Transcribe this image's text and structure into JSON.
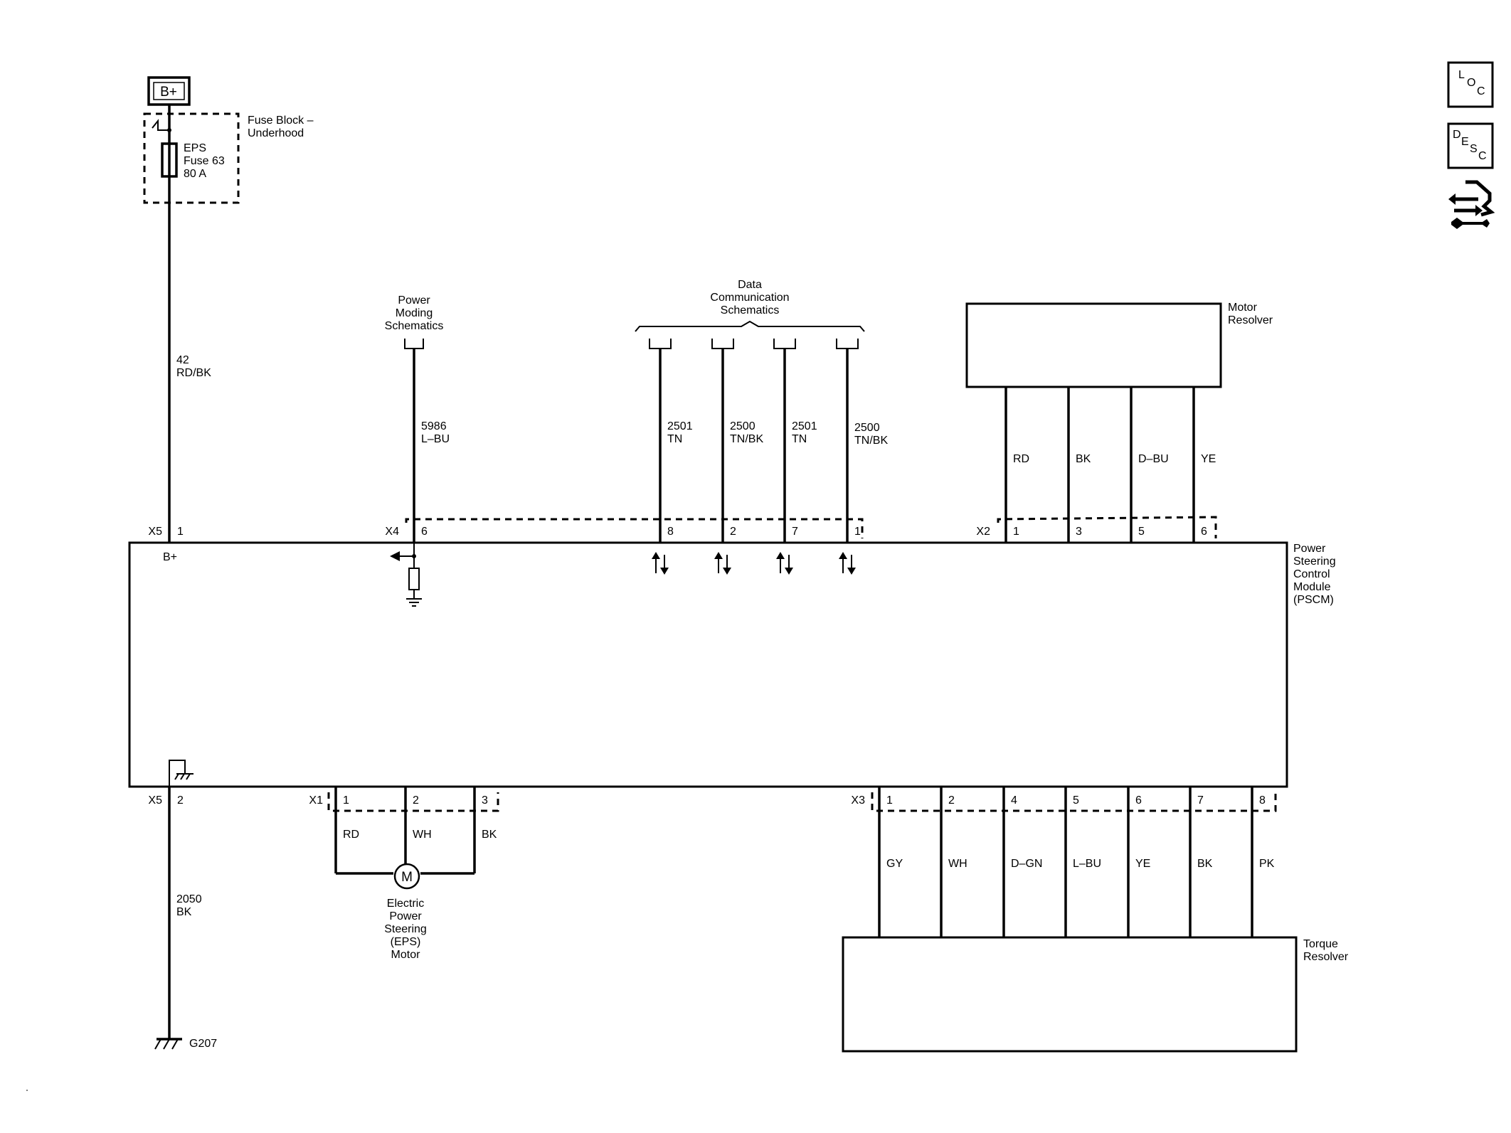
{
  "supply": {
    "label": "B+"
  },
  "fuse_block": {
    "line1": "Fuse Block –",
    "line2": "Underhood"
  },
  "fuse": {
    "line1": "EPS",
    "line2": "Fuse 63",
    "line3": "80 A"
  },
  "wire_power": {
    "circuit": "42",
    "color": "RD/BK"
  },
  "power_moding": {
    "line1": "Power",
    "line2": "Moding",
    "line3": "Schematics",
    "circuit": "5986",
    "color": "L–BU"
  },
  "data_comm": {
    "line1": "Data",
    "line2": "Communication",
    "line3": "Schematics",
    "wires": [
      {
        "circuit": "2501",
        "color": "TN",
        "pin": "8"
      },
      {
        "circuit": "2500",
        "color": "TN/BK",
        "pin": "2"
      },
      {
        "circuit": "2501",
        "color": "TN",
        "pin": "7"
      },
      {
        "circuit": "2500",
        "color": "TN/BK",
        "pin": "1"
      }
    ]
  },
  "motor_resolver": {
    "line1": "Motor",
    "line2": "Resolver",
    "connector": "X2",
    "wires": [
      {
        "color": "RD",
        "pin": "1"
      },
      {
        "color": "BK",
        "pin": "3"
      },
      {
        "color": "D–BU",
        "pin": "5"
      },
      {
        "color": "YE",
        "pin": "6"
      }
    ]
  },
  "pscm": {
    "line1": "Power",
    "line2": "Steering",
    "line3": "Control",
    "line4": "Module",
    "line5": "(PSCM)",
    "bplus_label": "B+",
    "x5_top": {
      "connector": "X5",
      "pin": "1"
    },
    "x4": {
      "connector": "X4",
      "pin": "6"
    },
    "x5_bottom": {
      "connector": "X5",
      "pin": "2"
    }
  },
  "ground_wire": {
    "circuit": "2050",
    "color": "BK",
    "ground_label": "G207"
  },
  "eps_motor": {
    "connector": "X1",
    "symbol": "M",
    "line1": "Electric",
    "line2": "Power",
    "line3": "Steering",
    "line4": "(EPS)",
    "line5": "Motor",
    "wires": [
      {
        "color": "RD",
        "pin": "1"
      },
      {
        "color": "WH",
        "pin": "2"
      },
      {
        "color": "BK",
        "pin": "3"
      }
    ]
  },
  "torque_resolver": {
    "line1": "Torque",
    "line2": "Resolver",
    "connector": "X3",
    "wires": [
      {
        "color": "GY",
        "pin": "1"
      },
      {
        "color": "WH",
        "pin": "2"
      },
      {
        "color": "D–GN",
        "pin": "4"
      },
      {
        "color": "L–BU",
        "pin": "5"
      },
      {
        "color": "YE",
        "pin": "6"
      },
      {
        "color": "BK",
        "pin": "7"
      },
      {
        "color": "PK",
        "pin": "8"
      }
    ]
  },
  "nav_icons": [
    {
      "name": "loc-icon",
      "letters": [
        "L",
        "O",
        "C"
      ]
    },
    {
      "name": "desc-icon",
      "letters": [
        "D",
        "E",
        "S",
        "C"
      ]
    },
    {
      "name": "connector-end-view-icon"
    }
  ]
}
